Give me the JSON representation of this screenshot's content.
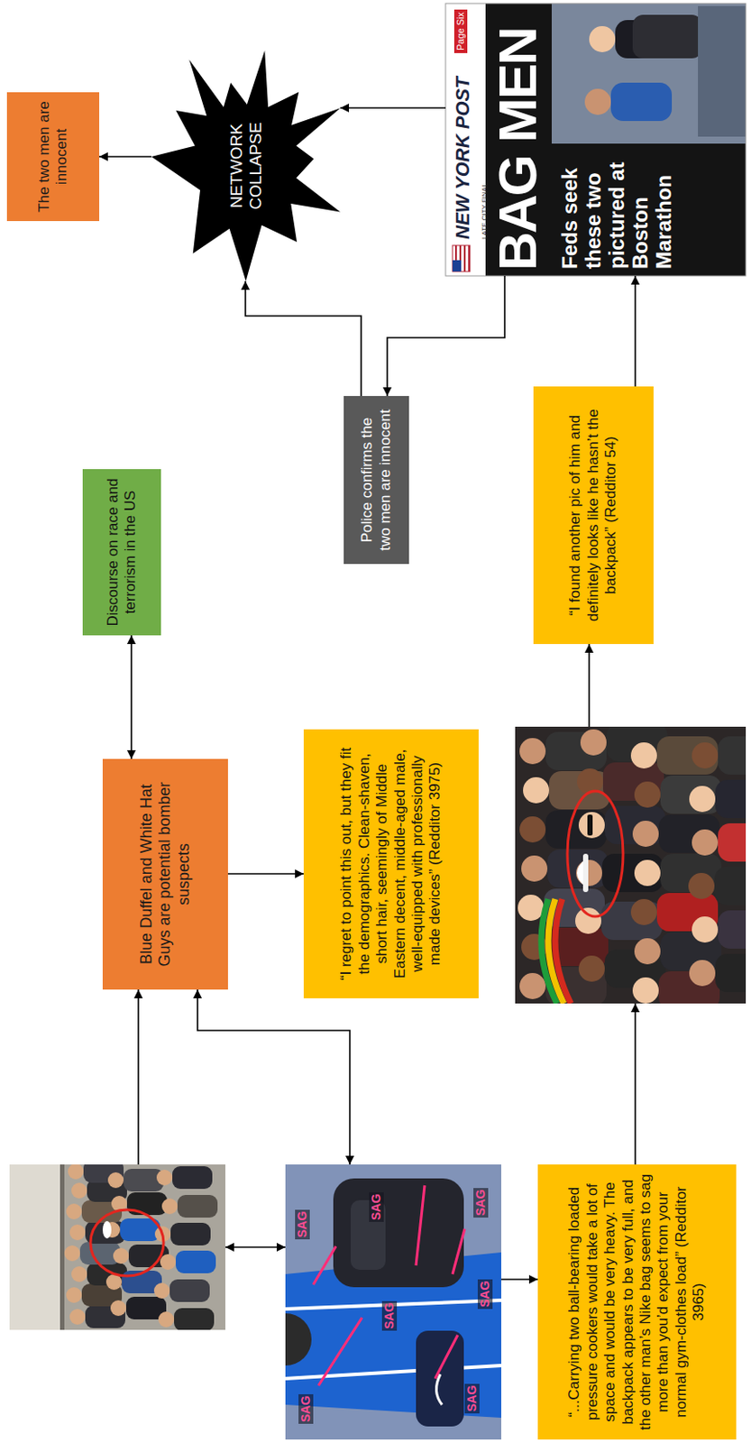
{
  "diagram": {
    "nodes": [
      {
        "text": []
      },
      {
        "text": [
          "Blue Duffel and White Hat Guys are potential bomber suspects"
        ]
      },
      {
        "text": [
          "Discourse on race and terrorism in the US"
        ]
      },
      {
        "text": [
          "SAG",
          "SAG",
          "SAG",
          "SAG",
          "SAG",
          "SAG",
          "SAG"
        ]
      },
      {
        "text": [
          "“I regret to point this out, but they fit the demographics. Clean-shaven, short hair, seemingly of Middle Eastern decent, middle-aged male, well-equipped with professionally made devices” (Redditor 3975)"
        ]
      },
      {
        "text": [
          "Police confirms the two men are innocent"
        ]
      },
      {
        "text": [
          "“...Carrying two ball-bearing loaded pressure cookers would take a lot of space and would be very heavy. The backpack appears to be very full, and the other man’s Nike bag seems to sag more than you’d expect from your normal gym-clothes load” (Redditor 3965)"
        ]
      },
      {
        "text": []
      },
      {
        "text": [
          "“I found another pic of him and definitely looks like he hasn’t the backpack” (Redditor 54)"
        ]
      },
      {
        "text": [
          "NEW YORK POST",
          "Page Six",
          "LATE CITY FINAL",
          "BAG MEN",
          "Feds seek these two pictured at Boston Marathon"
        ]
      },
      {
        "text": [
          "NETWORK COLLAPSE"
        ]
      },
      {
        "text": [
          "The two men are innocent"
        ]
      }
    ],
    "edges": [
      {
        "from": 0,
        "to": 1,
        "arrow": "to"
      },
      {
        "from": 0,
        "to": 3,
        "arrow": "both"
      },
      {
        "from": 1,
        "to": 2,
        "arrow": "both"
      },
      {
        "from": 3,
        "to": 1,
        "arrow": "both"
      },
      {
        "from": 1,
        "to": 4,
        "arrow": "to"
      },
      {
        "from": 3,
        "to": 6,
        "arrow": "to"
      },
      {
        "from": 6,
        "to": 7,
        "arrow": "to"
      },
      {
        "from": 7,
        "to": 8,
        "arrow": "to"
      },
      {
        "from": 8,
        "to": 9,
        "arrow": "to"
      },
      {
        "from": 9,
        "to": 5,
        "arrow": "to"
      },
      {
        "from": 5,
        "to": 10,
        "arrow": "to"
      },
      {
        "from": 9,
        "to": 10,
        "arrow": "to"
      },
      {
        "from": 10,
        "to": 11,
        "arrow": "to"
      }
    ]
  }
}
